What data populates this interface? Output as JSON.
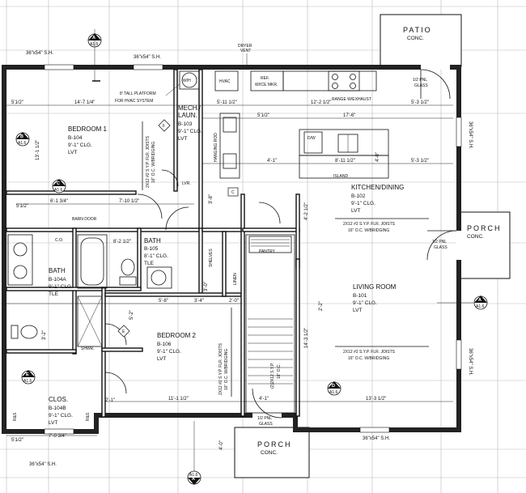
{
  "rooms": {
    "bedroom1": {
      "name": "BEDROOM 1",
      "num": "B-104",
      "clg": "9'-1\" CLG.",
      "floor": "LVT"
    },
    "mech": {
      "name1": "MECH./",
      "name2": "LAUN.",
      "num": "B-103",
      "clg": "9'-1\" CLG.",
      "floor": "LVT"
    },
    "kitchen": {
      "name": "KITCHEN/DINING",
      "num": "B-102",
      "clg": "9'-1\" CLG.",
      "floor": "LVT"
    },
    "bath105": {
      "name": "BATH",
      "num": "B-105",
      "clg": "8'-1\" CLG.",
      "floor": "TLE"
    },
    "bath104a": {
      "name": "BATH",
      "num": "B-104A",
      "clg": "9'-1\" CLG.",
      "floor": "TLE"
    },
    "living": {
      "name": "LIVING ROOM",
      "num": "B-101",
      "clg": "9'-1\" CLG.",
      "floor": "LVT"
    },
    "bedroom2": {
      "name": "BEDROOM 2",
      "num": "B-106",
      "clg": "9'-1\" CLG.",
      "floor": "LVT"
    },
    "clos": {
      "name": "CLOS.",
      "num": "B-104B",
      "clg": "9'-1\" CLG.",
      "floor": "LVT"
    }
  },
  "exterior": {
    "patio": "PATIO",
    "patio_conc": "CONC.",
    "porch_e": "PORCH",
    "porch_e_conc": "CONC.",
    "porch_s": "PORCH",
    "porch_s_conc": "CONC."
  },
  "notes": {
    "dryer_vent1": "DRYER",
    "dryer_vent2": "VENT",
    "platform1": "8' TALL PLATFORM",
    "platform2": "FOR HVAC SYSTEM",
    "wh": "W/H",
    "hvac": "HVAC",
    "ref1": "REF.",
    "ref2": "W/ICE MKR.",
    "range": "RANGE W/EXHAUST",
    "hanging_rod": "HANGING ROD",
    "lvr": "LVR.",
    "barn_door": "BARN DOOR",
    "co": "C.O.",
    "island": "ISLAND",
    "dw": "D/W",
    "pantry": "PANTRY",
    "shelves": "SHELVES",
    "linen": "LINEN",
    "shwr": "SHWR.",
    "res": "R&S",
    "glass_1a": "1/2 PNL",
    "glass_1b": "GLASS",
    "glass_2a": "1/2 PNL",
    "glass_2b": "GLASS",
    "glass_3a": "1/2 PNL",
    "glass_3b": "GLASS",
    "joists_b1a": "2X12 #2 S.Y.P. FLR. JOISTS",
    "joists_b1b": "16\" O.C. W/BRIDGING",
    "joists_k1": "2X12 #2 S.Y.P. FLR. JOISTS",
    "joists_k2": "16\" O.C. W/BRIDGING",
    "joists_l1": "2X12 #2 S.Y.P. FLR. JOISTS",
    "joists_l2": "16\" O.C. W/BRIDGING",
    "joists_b2a": "2X12 #2 S.Y.P. FLR. JOISTS",
    "joists_b2b": "16\" O.C. W/BRIDGING",
    "joists_st1": "(2)2X12 S.Y.P.",
    "joists_st2": "16\" O.C."
  },
  "windows": {
    "w1": "36\"x54\" S.H.",
    "w2": "36\"x54\" S.H.",
    "w3": "36\"x54\" S.H.",
    "w4": "36\"x54\" S.H.",
    "w5": "36\"x54\" S.H.",
    "w6": "36\"x54\" S.H."
  },
  "dims": {
    "d1": "5'1/2\"",
    "d2": "14'-7 1/4\"",
    "d3": "5'-11 1/2\"",
    "d4": "12'-2 1/2\"",
    "d5": "5'-3 1/2\"",
    "d6": "5'1/2\"",
    "d7": "17'-6\"",
    "d8": "6'-1 3/4\"",
    "d9": "7'-10 1/2\"",
    "d10": "8'-11 1/2\"",
    "d11": "5'-3 1/2\"",
    "d12": "4'-1\"",
    "d13": "3'-8\"",
    "d14": "4'-2 1/2\"",
    "d15": "8'-2 1/2\"",
    "d16": "5'-8\"",
    "d17": "3'-4\"",
    "d18": "2'-0\"",
    "d19": "2'-2\"",
    "d20": "14'-3 1/2\"",
    "d21": "11'-1 1/2\"",
    "d22": "4'-1\"",
    "d23": "13'-3 1/2\"",
    "d24": "5'1/2\"",
    "d25": "7'-0 3/4\"",
    "d26": "4'-0\"",
    "d27": "2'-1\"",
    "d28": "13'-1 1/2\"",
    "d29": "5'1/2\"",
    "d30": "3'-2\"",
    "d31": "5'-2\"",
    "d32": "4'-0\"",
    "d33": "3'-0\""
  },
  "markers": {
    "a_top": "A",
    "a_top_s": "A1.6",
    "b_left": "B",
    "b_left_s": "A1.6",
    "c_left": "C",
    "c_left_s": "A1.6",
    "a_bottom": "A",
    "a_bottom_s": "A1.6",
    "a_right": "A",
    "a_right_s": "A1.6",
    "d_mid": "D",
    "d_mid_s": "A1.6",
    "e_left": "E",
    "e_left_s": "A1.6"
  },
  "tags": {
    "f": "F",
    "c": "C",
    "e": "E"
  }
}
